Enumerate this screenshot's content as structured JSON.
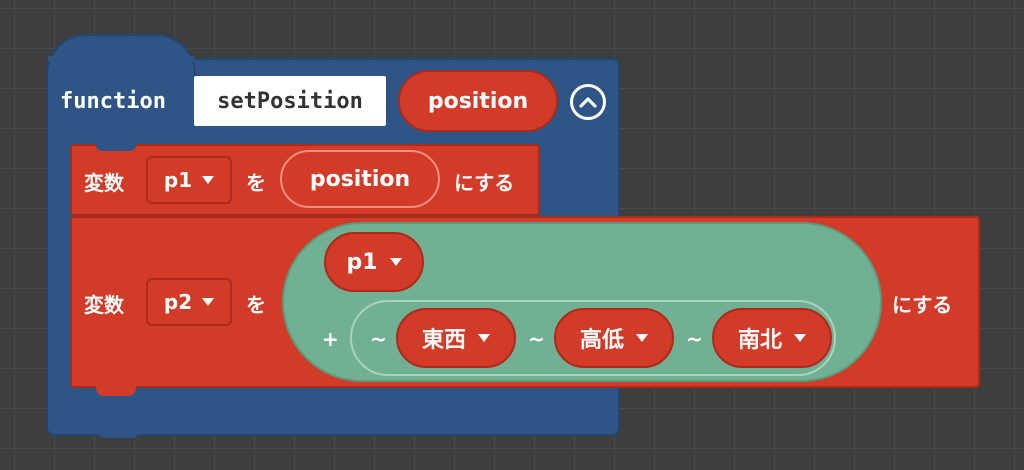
{
  "function_block": {
    "keyword": "function",
    "name": "setPosition",
    "parameter": "position"
  },
  "set_p1": {
    "prefix": "変数",
    "variable": "p1",
    "particle": "を",
    "value": "position",
    "suffix": "にする"
  },
  "set_p2": {
    "prefix": "変数",
    "variable": "p2",
    "particle": "を",
    "suffix": "にする",
    "expression": {
      "base_variable": "p1",
      "plus": "+",
      "tilde": "~",
      "components": [
        "東西",
        "高低",
        "南北"
      ]
    }
  },
  "colors": {
    "function_blue": "#2e5585",
    "variable_red": "#d13b28",
    "expression_green": "#72b094",
    "workspace": "#3e3e3e"
  }
}
